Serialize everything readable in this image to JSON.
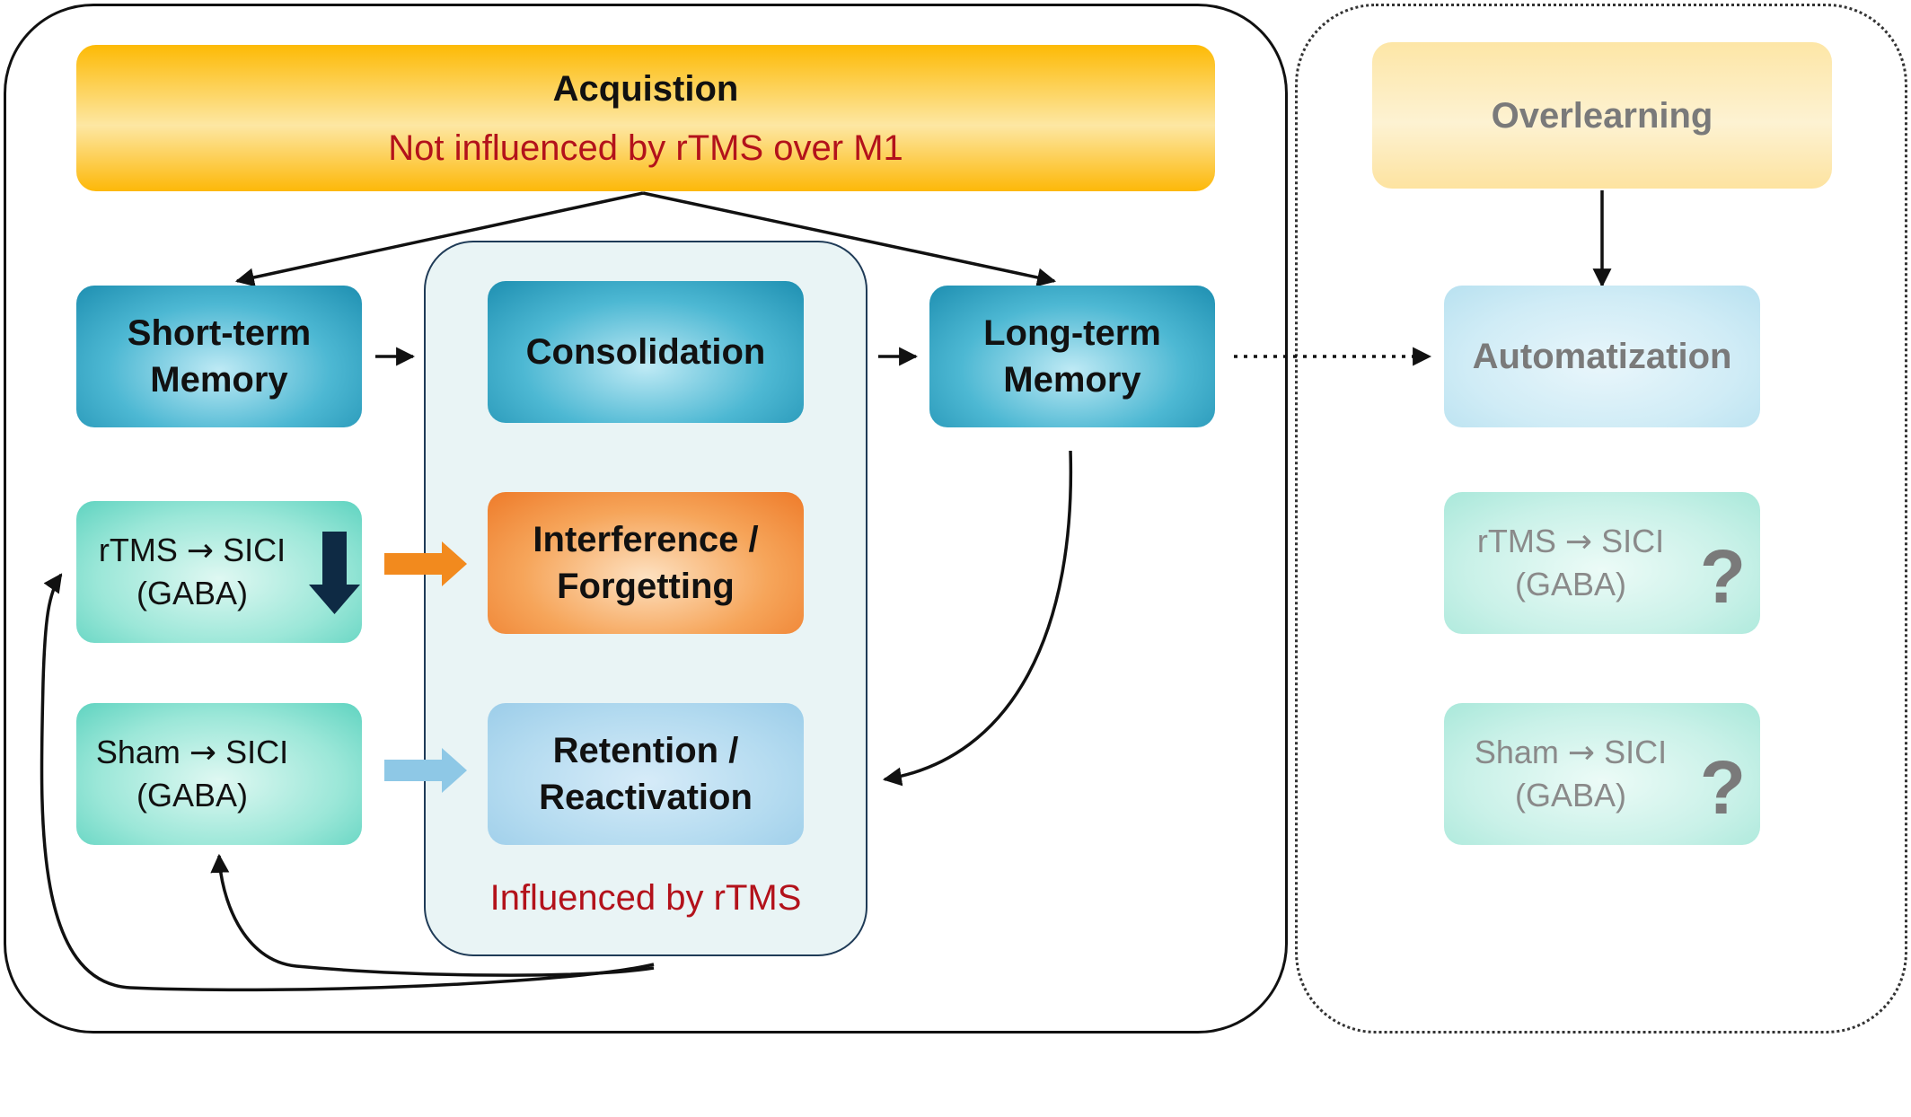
{
  "acquisition": {
    "title": "Acquistion",
    "subtitle": "Not influenced by rTMS over M1"
  },
  "nodes": {
    "short_term": "Short-term Memory",
    "consolidation": "Consolidation",
    "long_term": "Long-term Memory",
    "interference": "Interference / Forgetting",
    "retention": "Retention / Reactivation",
    "rtms": {
      "line1": "rTMS",
      "arrow": "→",
      "target": "SICI",
      "line2": "(GABA)",
      "indicator": "arrow-down-icon"
    },
    "sham": {
      "line1": "Sham",
      "arrow": "→",
      "target": "SICI",
      "line2": "(GABA)",
      "indicator": "arrow-up-icon"
    }
  },
  "influenced_label": "Influenced by rTMS",
  "future": {
    "overlearning": "Overlearning",
    "automatization": "Automatization",
    "rtms": {
      "line1": "rTMS",
      "arrow": "→",
      "target": "SICI",
      "line2": "(GABA)",
      "unknown": "?"
    },
    "sham": {
      "line1": "Sham",
      "arrow": "→",
      "target": "SICI",
      "line2": "(GABA)",
      "unknown": "?"
    }
  },
  "colors": {
    "acquisition": "#fdba05",
    "teal": "#2a9fc0",
    "orange": "#ee7b2a",
    "light_blue": "#a9d6ee",
    "mint": "#6ad6c3",
    "red_text": "#b3121b",
    "dark_indicator": "#0e2a44",
    "orange_arrow": "#f28a1e",
    "blue_arrow": "#8ec8e6"
  }
}
